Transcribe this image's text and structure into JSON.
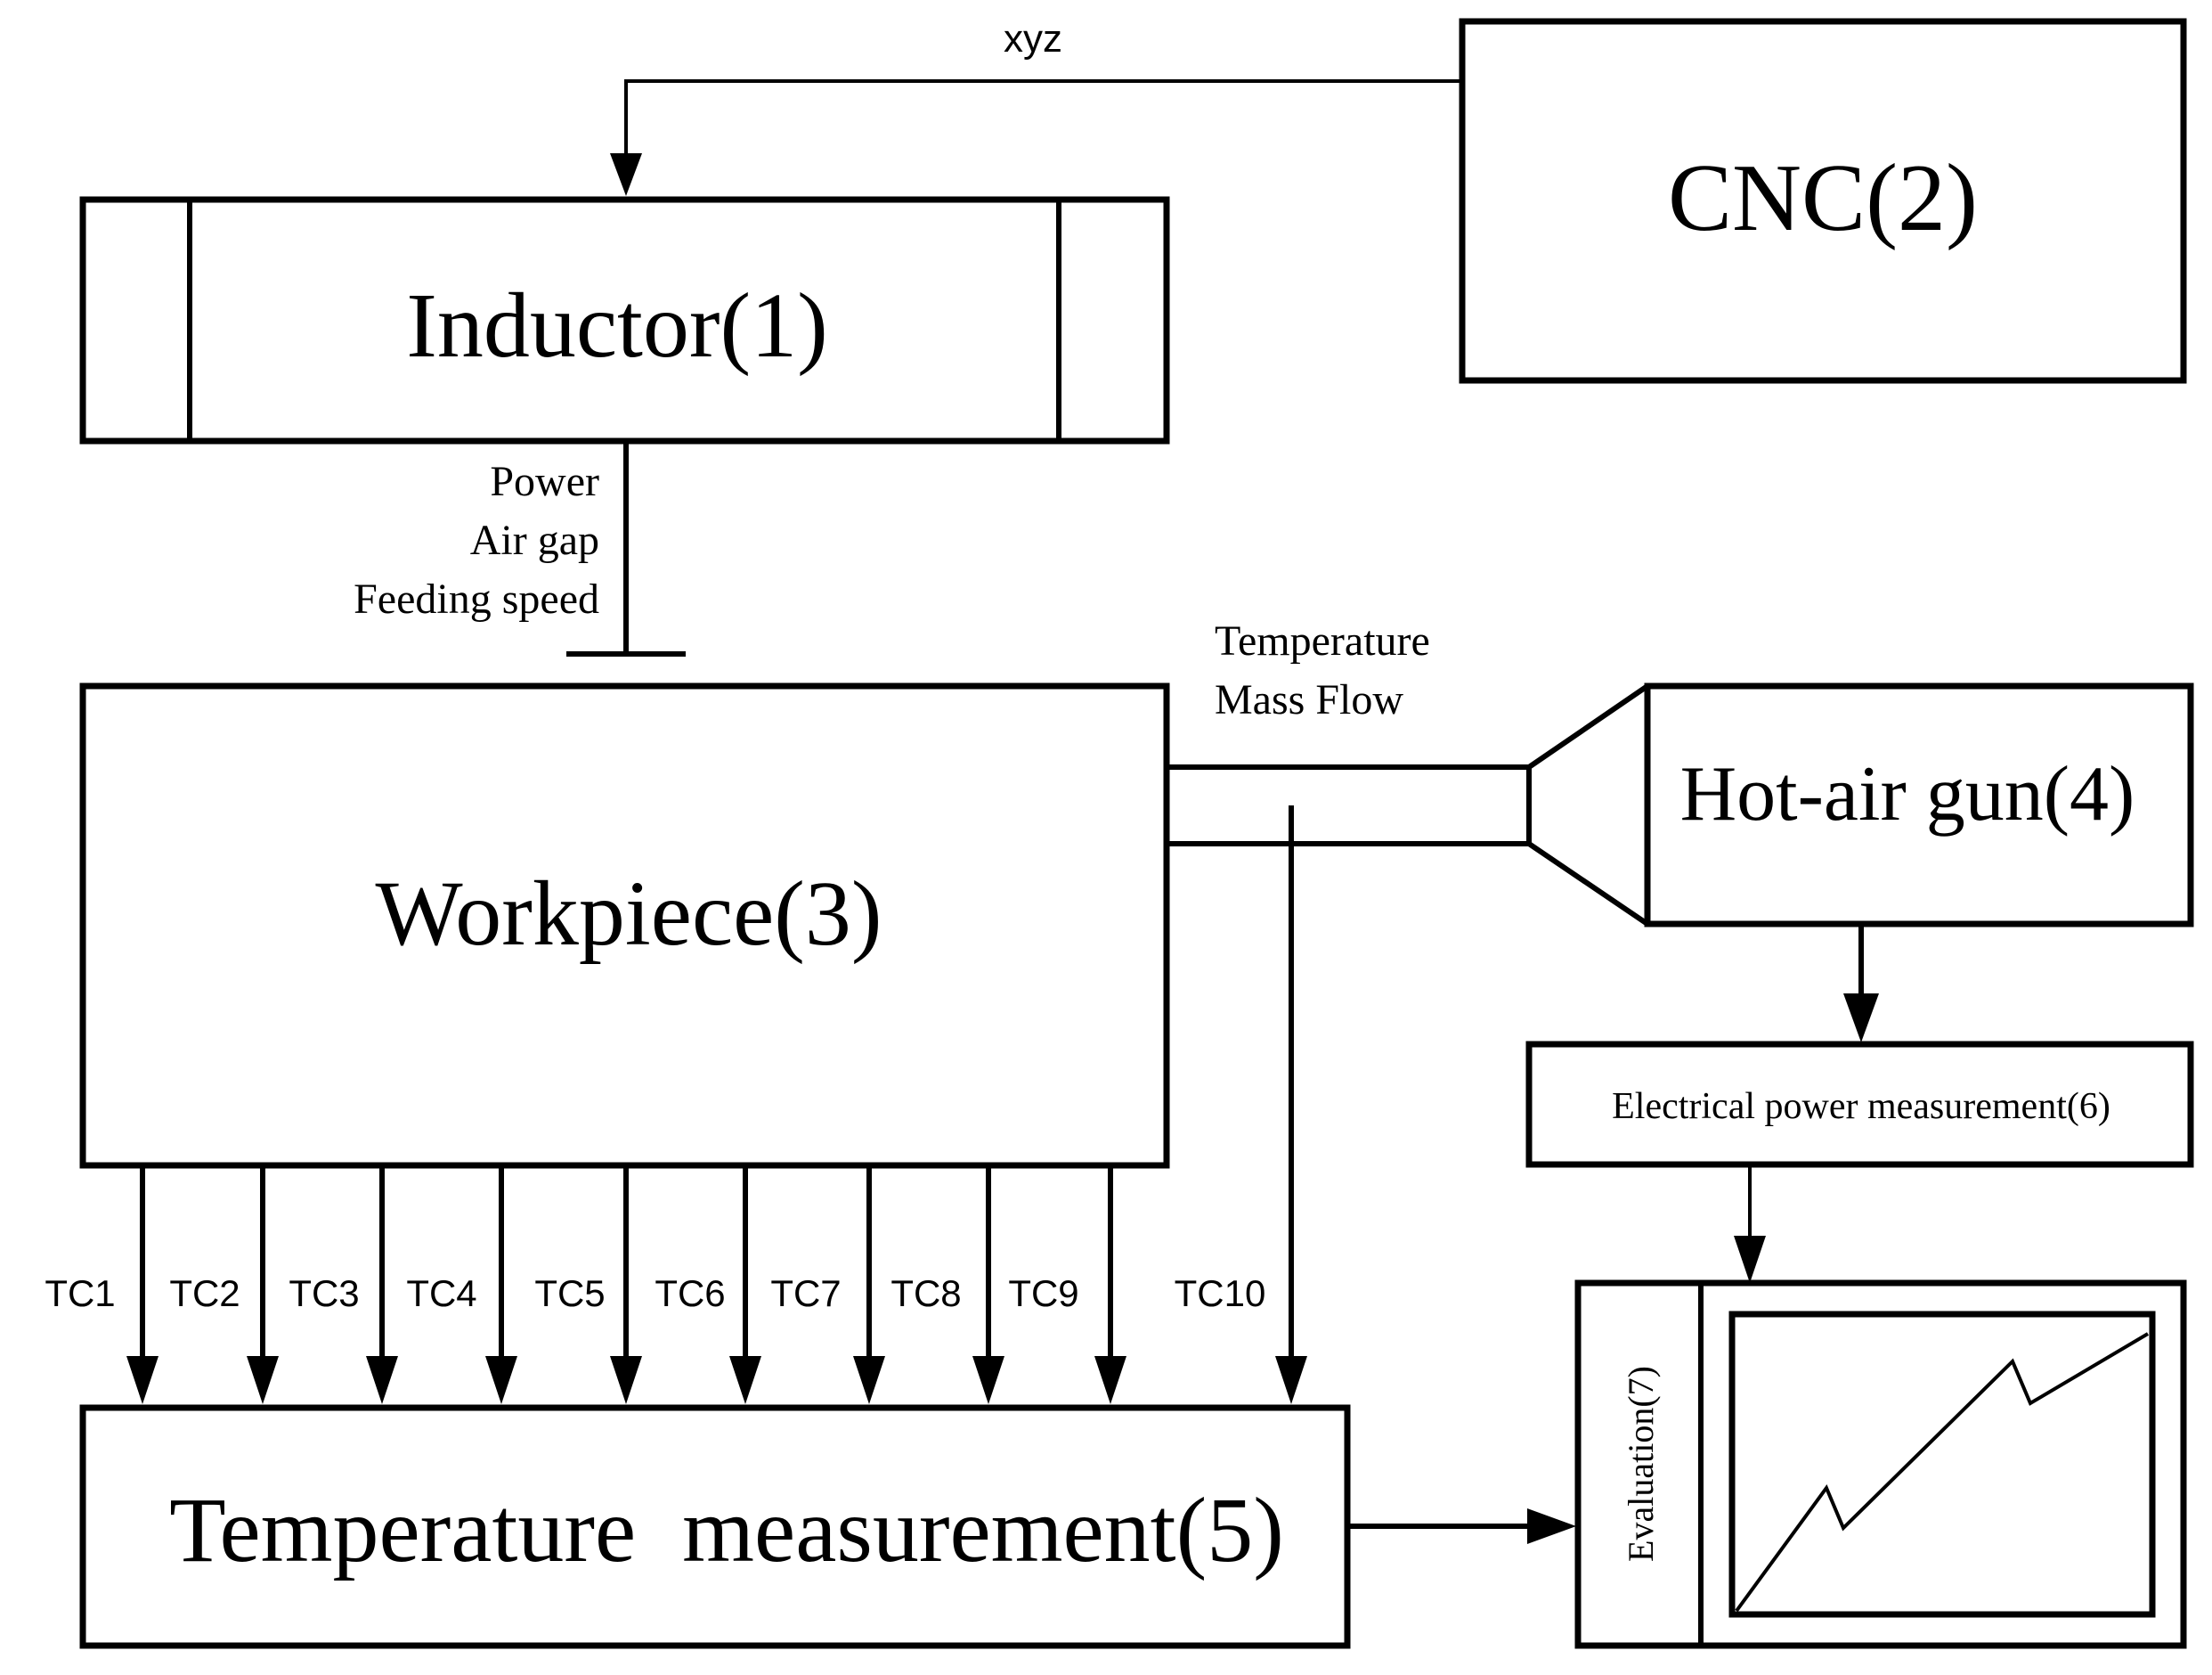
{
  "blocks": {
    "inductor": "Inductor(1)",
    "cnc": "CNC(2)",
    "workpiece": "Workpiece(3)",
    "hot_air_gun": "Hot-air gun(4)",
    "temperature_measurement": "Temperature  measurement(5)",
    "electrical_power_measurement": "Electrical  power measurement(6)",
    "evaluation": "Evaluation(7)"
  },
  "edge_labels": {
    "cnc_to_inductor": "xyz",
    "inductor_params": [
      "Power",
      "Air gap",
      "Feeding speed"
    ],
    "hot_air_params": [
      "Temperature",
      "Mass Flow"
    ]
  },
  "thermocouples": [
    "TC1",
    "TC2",
    "TC3",
    "TC4",
    "TC5",
    "TC6",
    "TC7",
    "TC8",
    "TC9",
    "TC10"
  ]
}
